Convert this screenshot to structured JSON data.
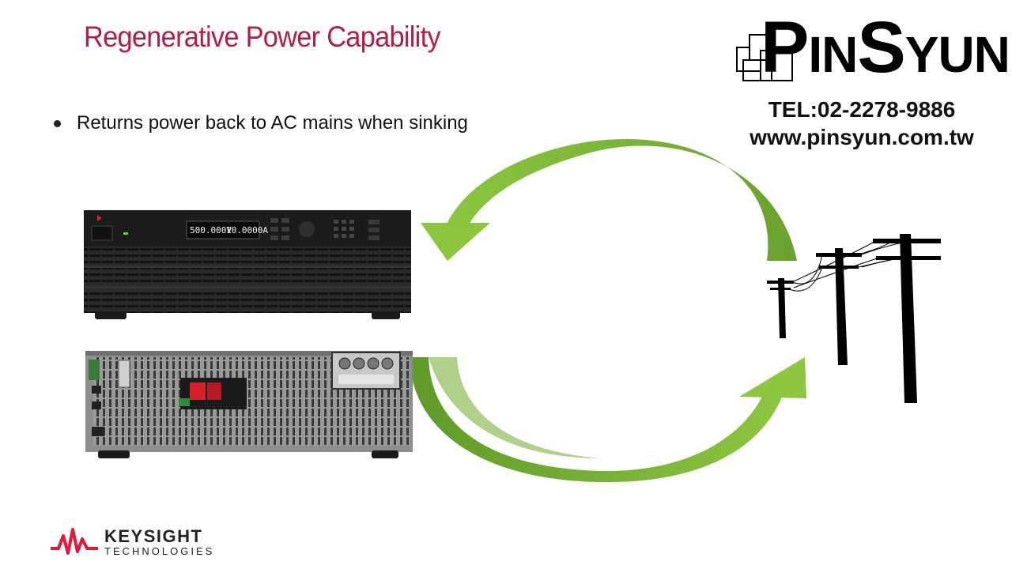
{
  "slide": {
    "title": "Regenerative Power Capability",
    "bullet": "Returns power back to AC mains when sinking"
  },
  "pinsyun": {
    "letter_p": "P",
    "letters_in": "IN",
    "letter_s": "S",
    "letters_yun": "YUN",
    "tel": "TEL:02-2278-9886",
    "website": "www.pinsyun.com.tw"
  },
  "instrument": {
    "display_voltage": "500.000V",
    "display_current": "10.0000A"
  },
  "footer": {
    "brand": "KEYSIGHT",
    "sub": "TECHNOLOGIES"
  },
  "colors": {
    "title": "#b01f45",
    "arrow_green": "#7ac143",
    "keysight_red": "#e31937"
  }
}
